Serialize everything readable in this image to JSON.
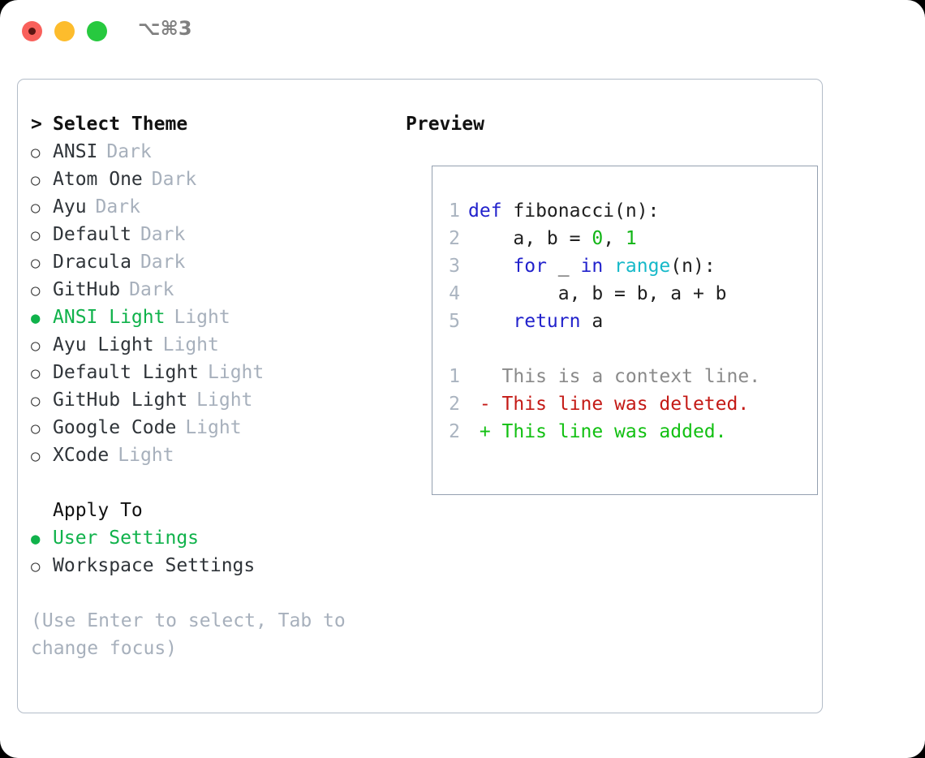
{
  "window": {
    "shortcut_label": "⌥⌘3",
    "traffic_lights": [
      "close-red",
      "minimize-yellow",
      "maximize-green"
    ]
  },
  "theme_picker": {
    "caret": ">",
    "heading": "Select Theme",
    "radio_on": "●",
    "radio_off": "○",
    "items": [
      {
        "name": "ANSI",
        "variant": "Dark",
        "selected": false
      },
      {
        "name": "Atom One",
        "variant": "Dark",
        "selected": false
      },
      {
        "name": "Ayu",
        "variant": "Dark",
        "selected": false
      },
      {
        "name": "Default",
        "variant": "Dark",
        "selected": false
      },
      {
        "name": "Dracula",
        "variant": "Dark",
        "selected": false
      },
      {
        "name": "GitHub",
        "variant": "Dark",
        "selected": false
      },
      {
        "name": "ANSI Light",
        "variant": "Light",
        "selected": true
      },
      {
        "name": "Ayu Light",
        "variant": "Light",
        "selected": false
      },
      {
        "name": "Default Light",
        "variant": "Light",
        "selected": false
      },
      {
        "name": "GitHub Light",
        "variant": "Light",
        "selected": false
      },
      {
        "name": "Google Code",
        "variant": "Light",
        "selected": false
      },
      {
        "name": "XCode",
        "variant": "Light",
        "selected": false
      }
    ]
  },
  "apply_to": {
    "heading": "Apply To",
    "options": [
      {
        "label": "User Settings",
        "selected": true
      },
      {
        "label": "Workspace Settings",
        "selected": false
      }
    ]
  },
  "hint": "(Use Enter to select, Tab to change focus)",
  "preview": {
    "title": "Preview",
    "code_lines": [
      {
        "num": "1",
        "tokens": [
          {
            "t": "def ",
            "c": "kw"
          },
          {
            "t": "fibonacci(n):",
            "c": "plain"
          }
        ]
      },
      {
        "num": "2",
        "tokens": [
          {
            "t": "    a, b = ",
            "c": "plain"
          },
          {
            "t": "0",
            "c": "num"
          },
          {
            "t": ", ",
            "c": "plain"
          },
          {
            "t": "1",
            "c": "num"
          }
        ]
      },
      {
        "num": "3",
        "tokens": [
          {
            "t": "    ",
            "c": "plain"
          },
          {
            "t": "for",
            "c": "kw"
          },
          {
            "t": " _ ",
            "c": "plain"
          },
          {
            "t": "in",
            "c": "kw"
          },
          {
            "t": " ",
            "c": "plain"
          },
          {
            "t": "range",
            "c": "fn"
          },
          {
            "t": "(n):",
            "c": "plain"
          }
        ]
      },
      {
        "num": "4",
        "tokens": [
          {
            "t": "        a, b = b, a + b",
            "c": "plain"
          }
        ]
      },
      {
        "num": "5",
        "tokens": [
          {
            "t": "    ",
            "c": "plain"
          },
          {
            "t": "return",
            "c": "kw"
          },
          {
            "t": " a",
            "c": "plain"
          }
        ]
      }
    ],
    "diff_lines": [
      {
        "num": "1",
        "sign": " ",
        "text": " This is a context line.",
        "kind": "ctx"
      },
      {
        "num": "2",
        "sign": "-",
        "text": " This line was deleted.",
        "kind": "del"
      },
      {
        "num": "2",
        "sign": "+",
        "text": " This line was added.",
        "kind": "add"
      }
    ]
  },
  "colors": {
    "selected_green": "#10b24b",
    "keyword_blue": "#2222cc",
    "function_cyan": "#16b9c9",
    "number_green": "#12b516",
    "diff_add_green": "#12c012",
    "diff_del_red": "#c41a16",
    "muted_gray": "#a7b0bc",
    "panel_border": "#b3bcc8",
    "codebox_border": "#94a0b0"
  }
}
